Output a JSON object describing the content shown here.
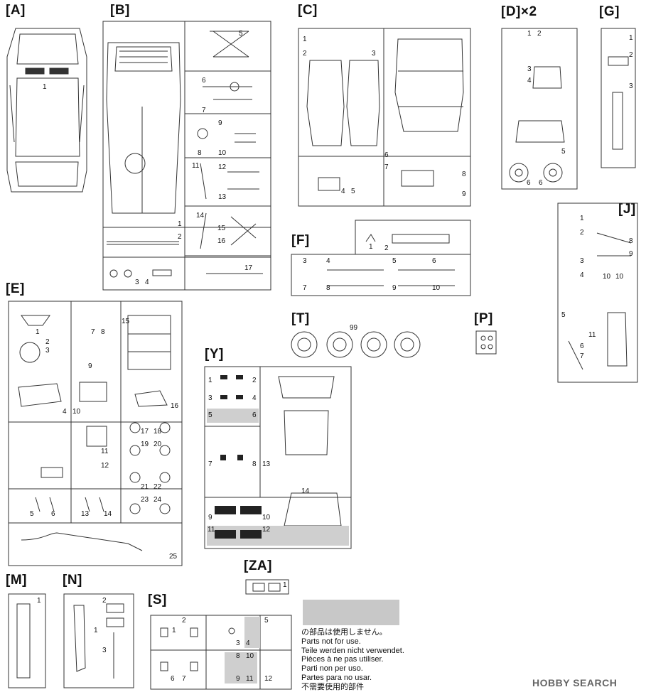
{
  "labels": {
    "A": "[A]",
    "B": "[B]",
    "C": "[C]",
    "D": "[D]×2",
    "G": "[G]",
    "J": "[J]",
    "F": "[F]",
    "E": "[E]",
    "T": "[T]",
    "P": "[P]",
    "Y": "[Y]",
    "ZA": "[ZA]",
    "M": "[M]",
    "N": "[N]",
    "S": "[S]"
  },
  "t_number": "99",
  "notice": {
    "jp": "の部品は使用しません。",
    "en": "Parts not for use.",
    "de": "Teile werden nicht verwendet.",
    "fr": "Pièces à ne pas utiliser.",
    "it": "Parti non per uso.",
    "es": "Partes para no usar.",
    "zh": "不需要使用的部件"
  },
  "watermark": "HOBBY SEARCH",
  "parts": {
    "A": [
      "1"
    ],
    "B": [
      "1",
      "2",
      "3",
      "4",
      "5",
      "6",
      "7",
      "8",
      "9",
      "10",
      "11",
      "12",
      "13",
      "14",
      "15",
      "16",
      "17"
    ],
    "C": [
      "1",
      "2",
      "3",
      "4",
      "5",
      "6",
      "7",
      "8",
      "9"
    ],
    "D": [
      "1",
      "2",
      "3",
      "4",
      "5",
      "6",
      "6"
    ],
    "G": [
      "1",
      "2",
      "3"
    ],
    "J": [
      "1",
      "2",
      "3",
      "4",
      "5",
      "6",
      "7",
      "8",
      "9",
      "10",
      "10",
      "11"
    ],
    "F": [
      "1",
      "2",
      "3",
      "4",
      "5",
      "6",
      "7",
      "8",
      "9",
      "10"
    ],
    "E": [
      "1",
      "2",
      "3",
      "4",
      "5",
      "6",
      "7",
      "8",
      "9",
      "10",
      "11",
      "12",
      "13",
      "14",
      "15",
      "16",
      "17",
      "18",
      "19",
      "20",
      "21",
      "22",
      "23",
      "24",
      "25"
    ],
    "Y": [
      "1",
      "2",
      "3",
      "4",
      "5",
      "6",
      "7",
      "8",
      "9",
      "10",
      "11",
      "12",
      "13",
      "14"
    ],
    "ZA": [
      "1"
    ],
    "M": [
      "1"
    ],
    "N": [
      "1",
      "2",
      "3"
    ],
    "S": [
      "1",
      "2",
      "3",
      "4",
      "5",
      "6",
      "7",
      "8",
      "9",
      "10",
      "11",
      "12"
    ]
  }
}
